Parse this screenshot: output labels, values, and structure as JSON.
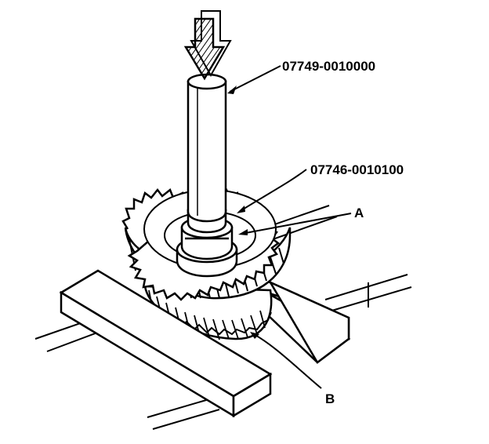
{
  "labels": {
    "tool_upper": "07749-0010000",
    "tool_lower": "07746-0010100",
    "part_a": "A",
    "part_b": "B"
  },
  "colors": {
    "ink": "#000000",
    "paper": "#ffffff"
  },
  "icons": {
    "press_arrow": "down-arrow-icon"
  }
}
